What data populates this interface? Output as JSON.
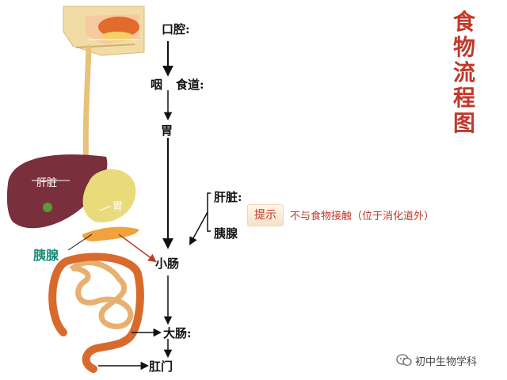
{
  "title_chars": [
    "食",
    "物",
    "流",
    "程",
    "图"
  ],
  "flow": {
    "mouth": "口腔:",
    "pharynx": "咽",
    "esophagus": "食道:",
    "stomach": "胃",
    "small_intestine": "小肠",
    "large_intestine": "大肠:",
    "anus": "肛门"
  },
  "organs": {
    "liver": "肝脏",
    "stomach": "胃",
    "pancreas": "胰腺"
  },
  "glands": {
    "liver": "肝脏:",
    "pancreas": "胰腺"
  },
  "hint": {
    "badge": "提示",
    "text": "不与食物接触（位于消化道外）"
  },
  "watermark": "初中生物学科",
  "colors": {
    "title": "#c0392b",
    "hint": "#c0392b",
    "pancreas_label": "#1a8a7a",
    "arrow_red": "#c0392b"
  }
}
